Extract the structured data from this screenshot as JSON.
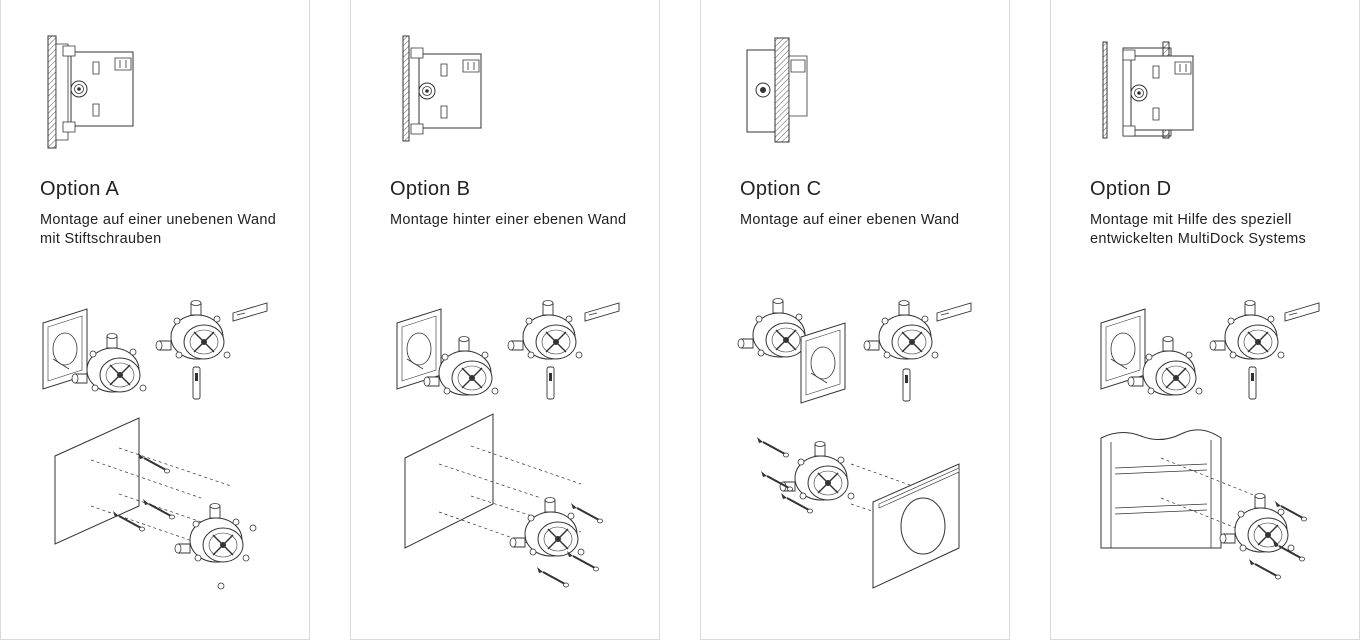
{
  "options": [
    {
      "title": "Option A",
      "description": "Montage auf einer unebenen Wand mit Stiftschrauben"
    },
    {
      "title": "Option B",
      "description": "Montage hinter einer ebenen Wand"
    },
    {
      "title": "Option C",
      "description": "Montage auf einer ebenen Wand"
    },
    {
      "title": "Option D",
      "description": "Montage mit Hilfe des speziell entwickelten MultiDock Systems"
    }
  ],
  "colors": {
    "line": "#333333",
    "border": "#d9d9d9",
    "background": "#ffffff",
    "text": "#222222"
  }
}
